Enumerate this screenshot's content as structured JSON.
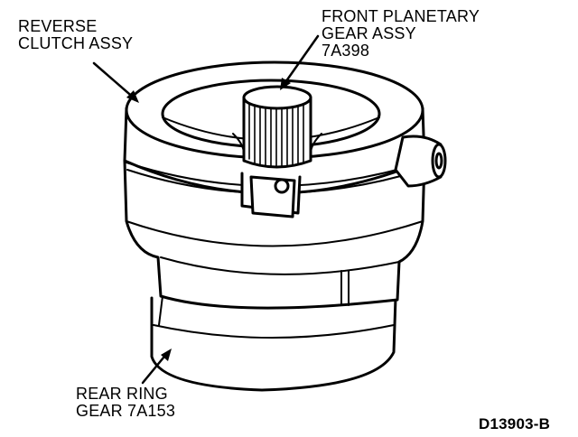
{
  "labels": {
    "reverse_clutch": [
      "REVERSE",
      "CLUTCH ASSY"
    ],
    "front_planetary": [
      "FRONT PLANETARY",
      "GEAR ASSY",
      "7A398"
    ],
    "rear_ring_gear": [
      "REAR RING",
      "GEAR 7A153"
    ],
    "figure_id": "D13903-B"
  },
  "colors": {
    "ink": "#000000",
    "paper": "#ffffff"
  }
}
